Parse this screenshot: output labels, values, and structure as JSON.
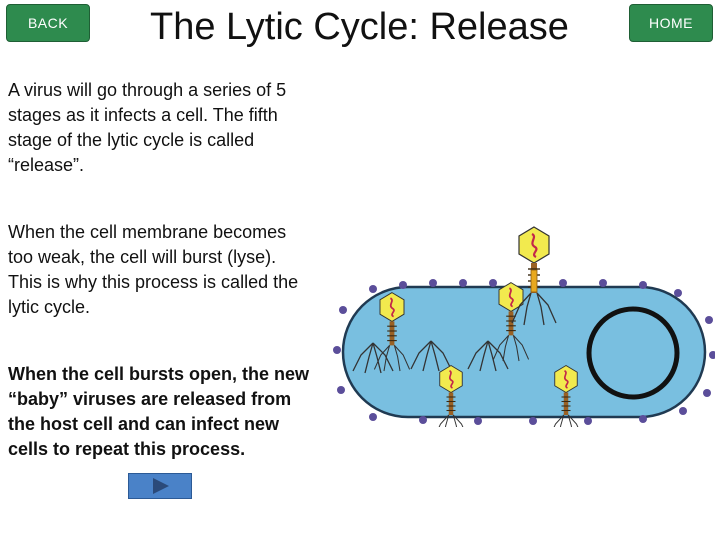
{
  "nav": {
    "back_label": "BACK",
    "home_label": "HOME"
  },
  "page": {
    "title": "The Lytic Cycle: Release",
    "paragraph_1": "A virus will go through a series of 5 stages as it infects a cell. The fifth stage of the lytic cycle is called “release”.",
    "paragraph_2": "When the cell membrane becomes too weak, the cell will burst (lyse). This is why this process is called the lytic cycle.",
    "paragraph_3": "When the cell bursts open, the new “baby” viruses are released from the host cell and can infect new cells to repeat this process."
  },
  "icons": {
    "next": "play-arrow-icon"
  },
  "colors": {
    "nav_button": "#2e8b4e",
    "cell_fill": "#79bfe0",
    "membrane_dots": "#5b4e9a",
    "virus_head": "#f2ea4e",
    "virus_tail": "#9a6124",
    "next_button": "#4a82c8"
  }
}
